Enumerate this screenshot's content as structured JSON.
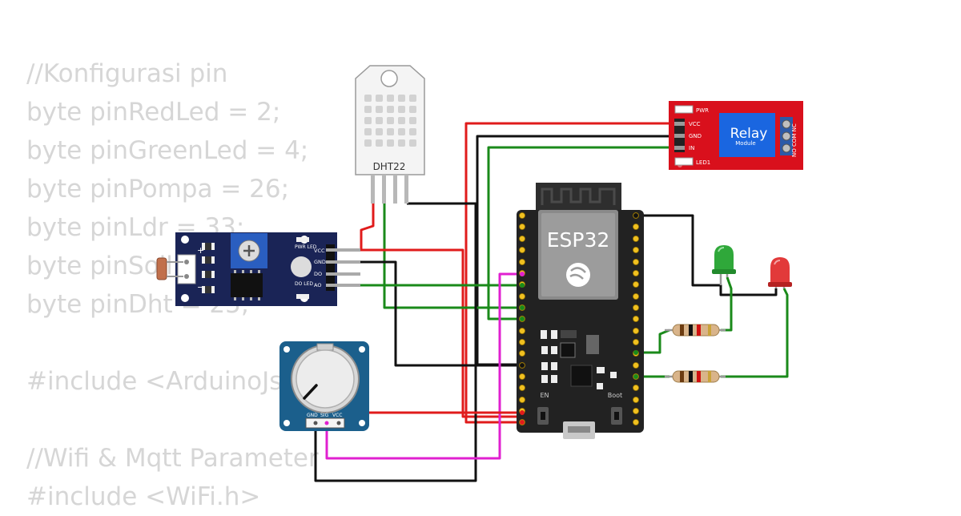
{
  "code_lines": [
    "//Konfigurasi pin",
    "byte pinRedLed = 2;",
    "byte pinGreenLed = 4;",
    "byte pinPompa = 26;",
    "byte pinLdr = 33;",
    "byte pinSoil = 35;",
    "byte pinDht = 25;",
    "",
    "#include <ArduinoJson.h>",
    "",
    "//Wifi & Mqtt Parameter",
    "#include <WiFi.h>"
  ],
  "dht22": {
    "label": "DHT22"
  },
  "relay": {
    "title": "Relay",
    "subtitle": "Module",
    "pwr": "PWR",
    "led1": "LED1",
    "vcc": "VCC",
    "gnd": "GND",
    "in": "IN",
    "contacts": "NO COM NC"
  },
  "esp32": {
    "label": "ESP32",
    "en": "EN",
    "boot": "Boot"
  },
  "ldr": {
    "pwr_led": "PWR LED",
    "do_led": "DO LED",
    "vcc": "VCC",
    "gnd": "GND",
    "do": "DO",
    "ao": "AO",
    "plus": "+",
    "minus": "−"
  },
  "pot": {
    "gnd": "GND",
    "sig": "SIG",
    "vcc": "VCC"
  },
  "colors": {
    "wire_red": "#e01b1b",
    "wire_black": "#111111",
    "wire_green": "#1a8a1a",
    "wire_magenta": "#e020d0",
    "esp_board": "#222222",
    "relay_board": "#d9101c",
    "ldr_board": "#1a2456",
    "pot_board": "#1b5f8c"
  }
}
